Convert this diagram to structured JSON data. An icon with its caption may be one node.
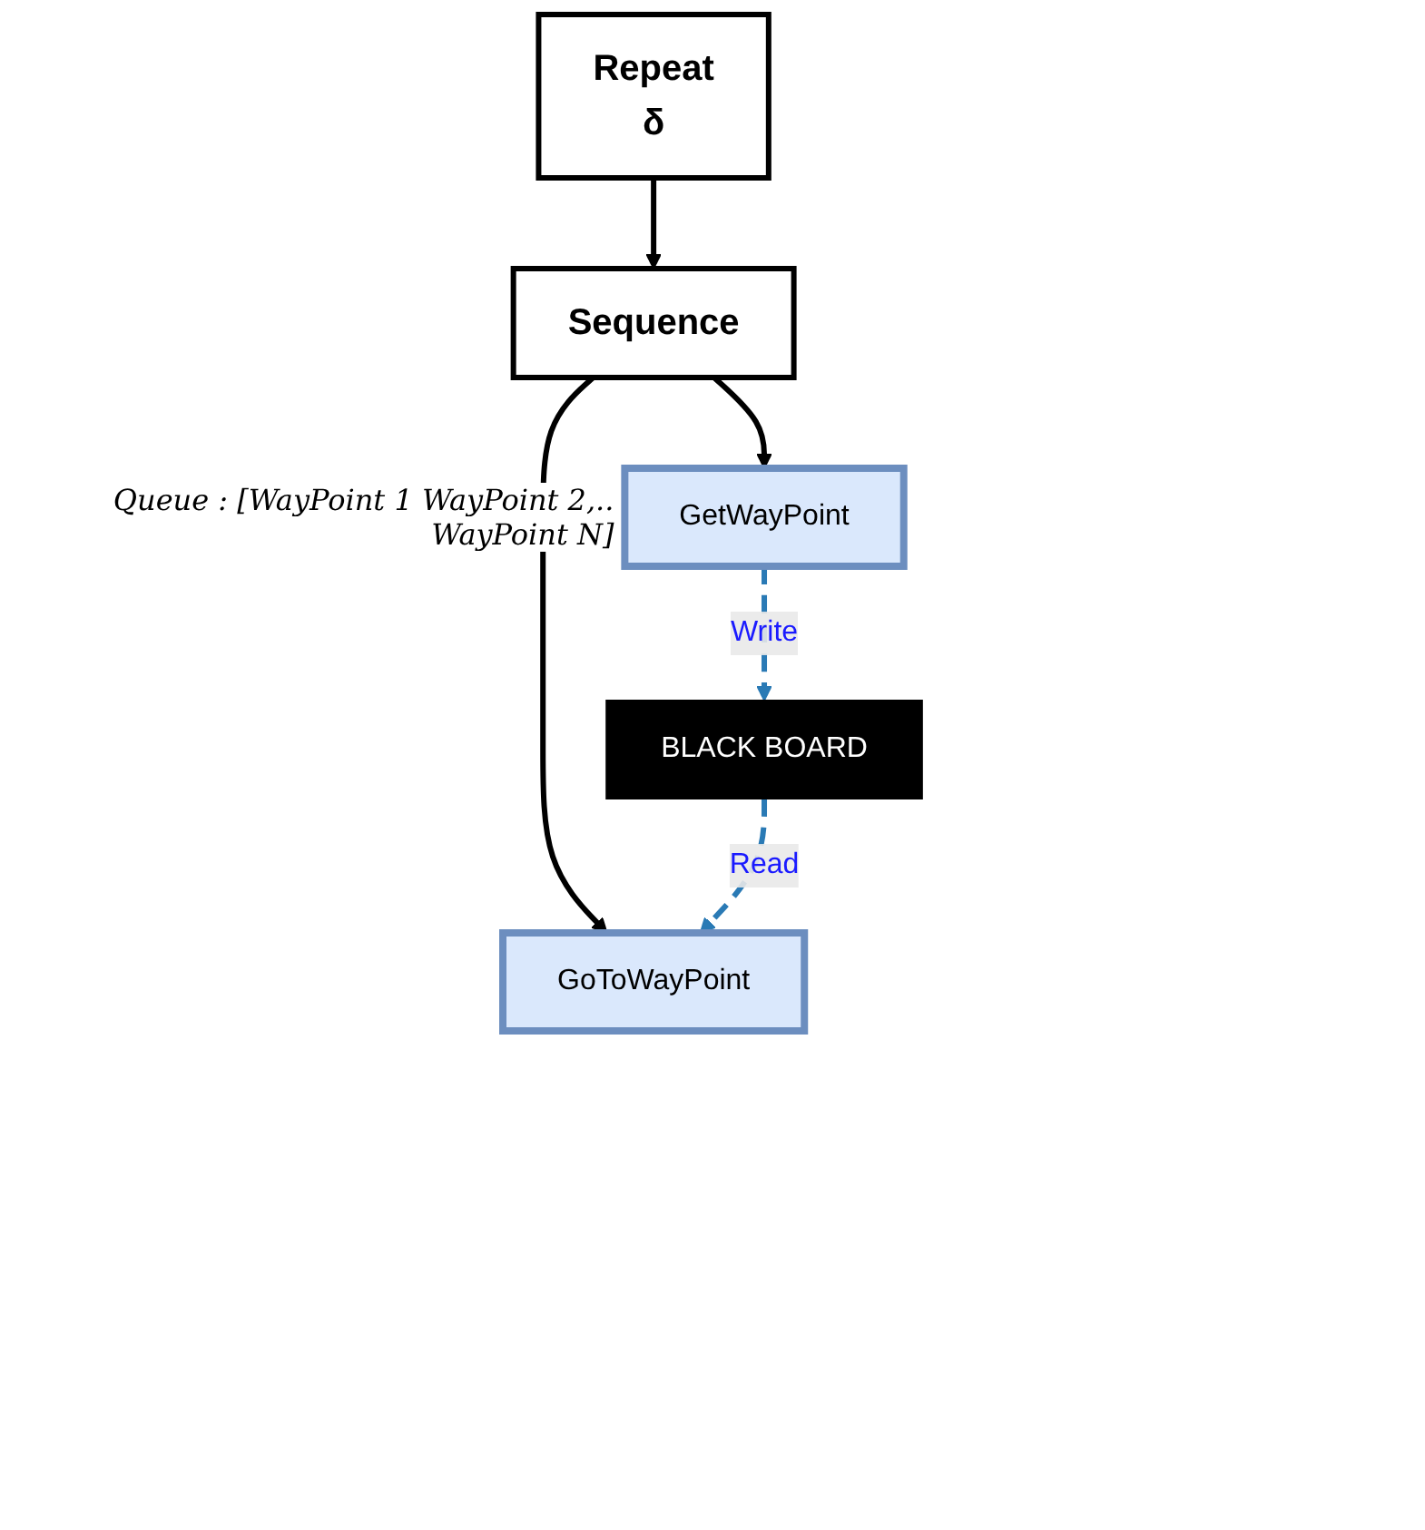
{
  "diagram": {
    "nodes": [
      {
        "text": [
          "Repeat",
          "δ"
        ]
      },
      {
        "text": [
          "Sequence"
        ]
      },
      {
        "text": [
          "GetWayPoint"
        ],
        "beside": [
          "Queue : [WayPoint 1 WayPoint 2,.. WayPoint N]"
        ]
      },
      {
        "text": [
          "GoToWayPoint"
        ]
      },
      {
        "text": [
          "BLACK BOARD"
        ]
      }
    ],
    "edges": [
      {
        "from": 0,
        "to": 1,
        "arrow": "to"
      },
      {
        "from": 1,
        "to": 2,
        "arrow": "to"
      },
      {
        "from": 1,
        "to": 3,
        "arrow": "to"
      },
      {
        "from": 2,
        "to": 4,
        "arrow": "to",
        "label": "Write",
        "style": "dashed",
        "color": "#2a7ab5"
      },
      {
        "from": 4,
        "to": 3,
        "arrow": "to",
        "label": "Read",
        "style": "dashed",
        "color": "#2a7ab5"
      }
    ]
  }
}
